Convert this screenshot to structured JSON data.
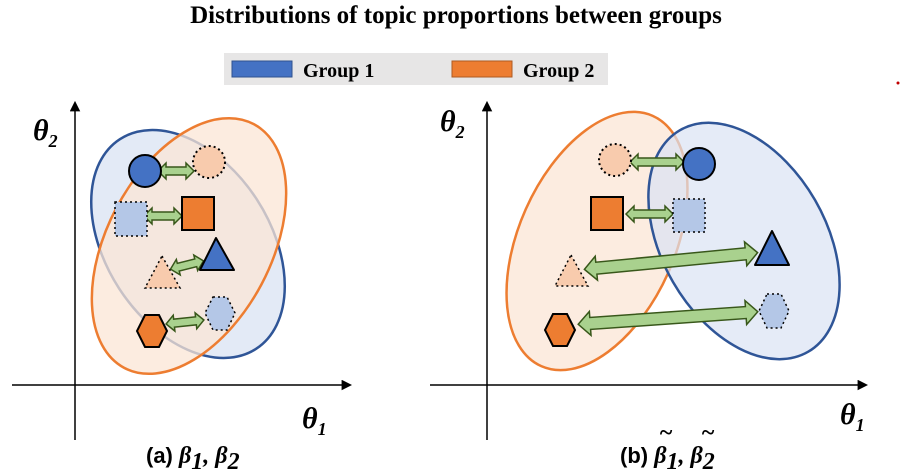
{
  "title": "Distributions of topic proportions between groups",
  "legend": [
    {
      "label": "Group 1",
      "color": "#4472c4"
    },
    {
      "label": "Group 2",
      "color": "#ed7d31"
    }
  ],
  "colors": {
    "group1": "#4472c4",
    "group2": "#ed7d31",
    "group1_light": "#b4c7e7",
    "group2_light": "#f8cbad",
    "group1_fill": "#dae3f3",
    "group2_fill": "#fbe5d6",
    "arrow_fill": "#a9d18e",
    "arrow_stroke": "#38571a"
  },
  "panels": [
    {
      "axis_y": {
        "symbol": "θ",
        "sub": "2"
      },
      "axis_x": {
        "symbol": "θ",
        "sub": "1"
      },
      "caption": {
        "prefix": "(a) ",
        "v1": "β",
        "s1": "1",
        "sep": ", ",
        "v2": "β",
        "s2": "2"
      }
    },
    {
      "axis_y": {
        "symbol": "θ",
        "sub": "2"
      },
      "axis_x": {
        "symbol": "θ",
        "sub": "1"
      },
      "caption": {
        "prefix": "(b) ",
        "v1": "β",
        "s1": "1",
        "sep": ", ",
        "v2": "β",
        "s2": "2",
        "tilde": "~"
      }
    }
  ],
  "shapes": [
    "circle",
    "square",
    "triangle",
    "hexagon"
  ]
}
